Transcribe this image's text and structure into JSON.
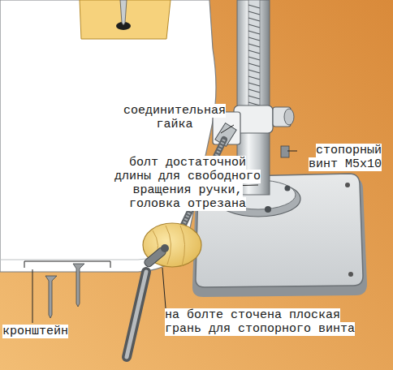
{
  "diagram": {
    "labels": [
      "соединительная гайка",
      "стопорный винт М5х10",
      "болт достаточной длины для свободного вращения ручки, головка отрезана",
      "кронштейн",
      "на болте сточена плоская грань для стопорного винта"
    ]
  }
}
